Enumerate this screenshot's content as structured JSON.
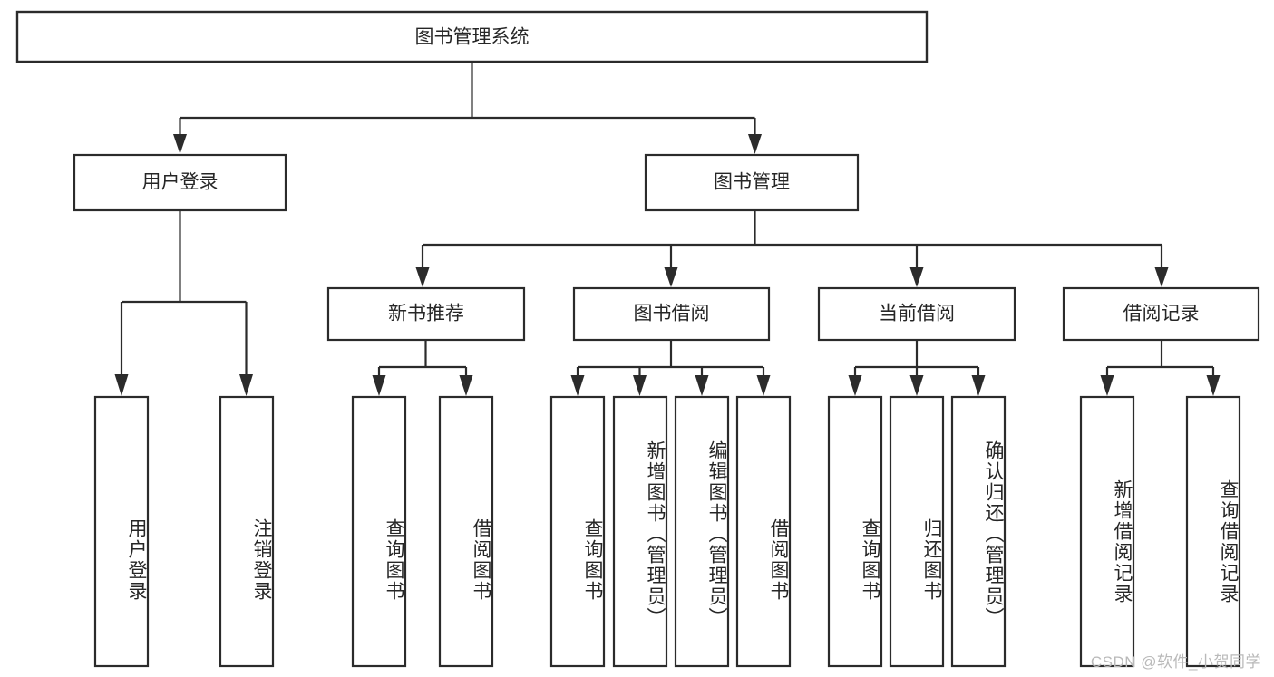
{
  "diagram": {
    "title": "图书管理系统",
    "type": "tree",
    "orientation": "top-down",
    "colors": {
      "box_fill": "#ffffff",
      "box_stroke": "#2b2b2b",
      "text": "#262626",
      "background": "#ffffff",
      "watermark": "#b9b9b9"
    },
    "root": {
      "label": "图书管理系统"
    },
    "level2": [
      {
        "label": "用户登录"
      },
      {
        "label": "图书管理"
      }
    ],
    "level3": [
      {
        "label": "新书推荐"
      },
      {
        "label": "图书借阅"
      },
      {
        "label": "当前借阅"
      },
      {
        "label": "借阅记录"
      }
    ],
    "leaves": {
      "user_login": [
        {
          "label": "用户登录"
        },
        {
          "label": "注销登录"
        }
      ],
      "new_book_recommend": [
        {
          "label": "查询图书"
        },
        {
          "label": "借阅图书"
        }
      ],
      "book_borrow": [
        {
          "label": "查询图书"
        },
        {
          "label": "新增图书（管理员）"
        },
        {
          "label": "编辑图书（管理员）"
        },
        {
          "label": "借阅图书"
        }
      ],
      "current_borrow": [
        {
          "label": "查询图书"
        },
        {
          "label": "归还图书"
        },
        {
          "label": "确认归还（管理员）"
        }
      ],
      "borrow_record": [
        {
          "label": "新增借阅记录"
        },
        {
          "label": "查询借阅记录"
        }
      ]
    },
    "watermark": "CSDN @软件_小贺同学"
  }
}
